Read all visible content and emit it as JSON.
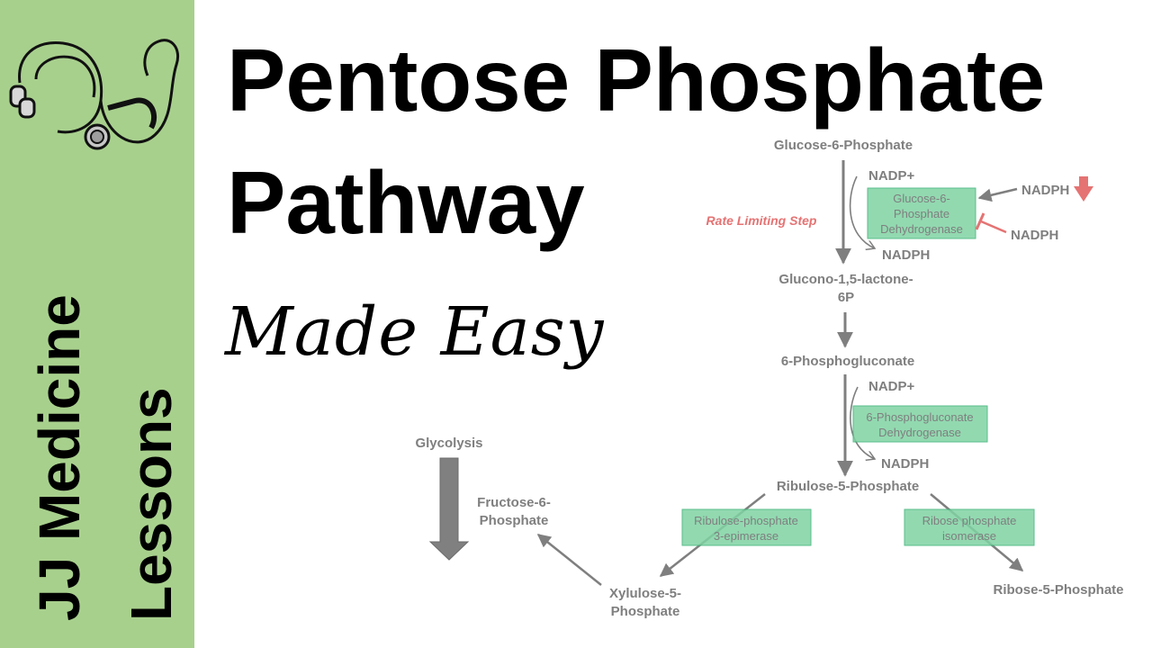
{
  "brand": {
    "name_line1": "JJ Medicine",
    "name_line2": "Lessons",
    "logo_icon": "stethoscope-icon",
    "sidebar_color": "#a8d08d"
  },
  "title": {
    "line1": "Pentose Phosphate",
    "line2": "Pathway",
    "subtitle": "Made Easy"
  },
  "diagram": {
    "nodes": {
      "g6p": "Glucose-6-Phosphate",
      "lactone_1": "Glucono-1,5-lactone-",
      "lactone_2": "6P",
      "pg": "6-Phosphogluconate",
      "ru5p": "Ribulose-5-Phosphate",
      "xu5p_1": "Xylulose-5-",
      "xu5p_2": "Phosphate",
      "r5p": "Ribose-5-Phosphate",
      "f6p_1": "Fructose-6-",
      "f6p_2": "Phosphate",
      "glycolysis": "Glycolysis"
    },
    "cofactors": {
      "nadp_in_1": "NADP+",
      "nadph_out_1": "NADPH",
      "nadph_activator": "NADPH",
      "nadph_inhibitor": "NADPH",
      "nadp_in_2": "NADP+",
      "nadph_out_2": "NADPH"
    },
    "enzymes": {
      "g6pd": [
        "Glucose-6-",
        "Phosphate",
        "Dehydrogenase"
      ],
      "pgd": [
        "6-Phosphogluconate",
        "Dehydrogenase"
      ],
      "rpe": [
        "Ribulose-phosphate",
        "3-epimerase"
      ],
      "rpi": [
        "Ribose phosphate",
        "isomerase"
      ]
    },
    "rate_limiting_label": "Rate Limiting Step",
    "colors": {
      "text": "#7f7f7f",
      "arrow": "#7f7f7f",
      "enzyme_box": "#7fd3a3",
      "rate_limiting": "#e57373",
      "glycolysis_arrow": "#808080"
    }
  }
}
